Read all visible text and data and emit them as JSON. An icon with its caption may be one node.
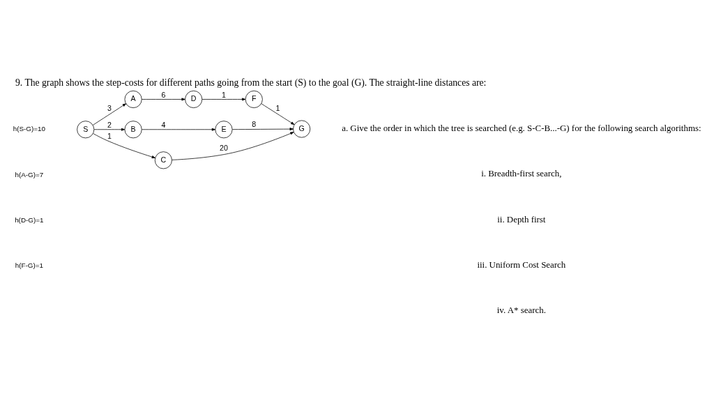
{
  "diagram": {
    "title": "9. The graph shows the step-costs for different paths going from the start (S) to the goal (G). The straight-line distances are:",
    "nodes": [
      {
        "text": [
          "S"
        ]
      },
      {
        "text": [
          "A"
        ]
      },
      {
        "text": [
          "B"
        ]
      },
      {
        "text": [
          "C"
        ]
      },
      {
        "text": [
          "D"
        ]
      },
      {
        "text": [
          "E"
        ]
      },
      {
        "text": [
          "F"
        ]
      },
      {
        "text": [
          "G"
        ]
      }
    ],
    "edges": [
      {
        "from": 0,
        "to": 1,
        "arrow": "to",
        "label": "3"
      },
      {
        "from": 0,
        "to": 2,
        "arrow": "to",
        "label": "2"
      },
      {
        "from": 0,
        "to": 3,
        "arrow": "to",
        "label": "1"
      },
      {
        "from": 1,
        "to": 4,
        "arrow": "to",
        "label": "6"
      },
      {
        "from": 4,
        "to": 6,
        "arrow": "to",
        "label": "1"
      },
      {
        "from": 6,
        "to": 7,
        "arrow": "to",
        "label": "1"
      },
      {
        "from": 2,
        "to": 5,
        "arrow": "to",
        "label": "4"
      },
      {
        "from": 5,
        "to": 7,
        "arrow": "to",
        "label": "8"
      },
      {
        "from": 3,
        "to": 7,
        "arrow": "to",
        "label": "20"
      }
    ],
    "labels": [
      "h(S-G)=10",
      "h(A-G)=7",
      "h(D-G)=1",
      "h(F-G)=1",
      "a. Give the order in which the tree is searched (e.g. S-C-B...-G) for the following search algorithms:",
      "i. Breadth-first search,",
      "ii. Depth first",
      "iii. Uniform Cost Search",
      "iv. A* search."
    ]
  }
}
